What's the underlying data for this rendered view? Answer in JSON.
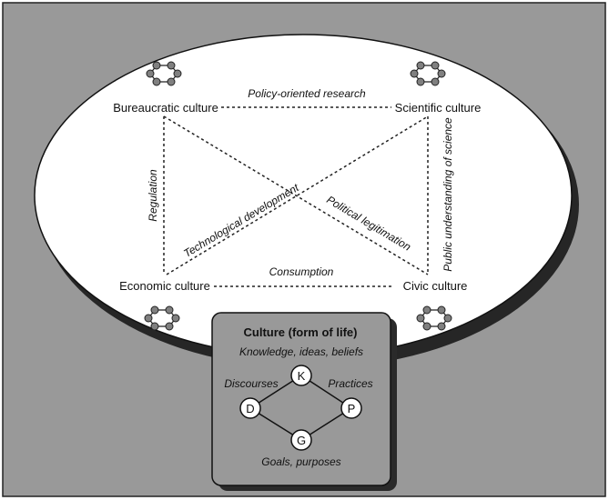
{
  "corners": {
    "top_left": "Bureaucratic culture",
    "top_right": "Scientific culture",
    "bottom_left": "Economic culture",
    "bottom_right": "Civic culture"
  },
  "links": {
    "top": "Policy-oriented research",
    "bottom": "Consumption",
    "left": "Regulation",
    "right": "Public understanding of science",
    "diagonal_up": "Technological development",
    "diagonal_down": "Political legitimation"
  },
  "box": {
    "title": "Culture (form of life)",
    "top_caption": "Knowledge, ideas, beliefs",
    "left_caption": "Discourses",
    "right_caption": "Practices",
    "bottom_caption": "Goals, purposes",
    "nodes": {
      "k": "K",
      "d": "D",
      "p": "P",
      "g": "G"
    }
  },
  "colors": {
    "background": "#999999",
    "ellipse_fill": "#ffffff",
    "ellipse_shadow": "#262626",
    "box_fill": "#999999",
    "box_shadow": "#2a2a2a",
    "node_fill": "#ffffff",
    "mini_node_fill": "#808080"
  }
}
